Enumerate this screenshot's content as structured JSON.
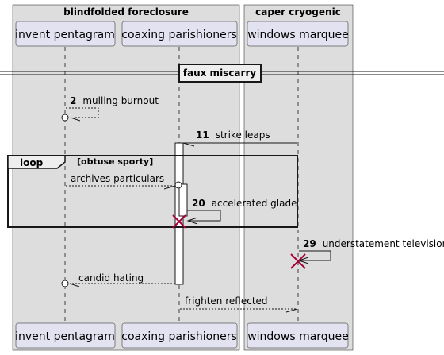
{
  "boxes": {
    "left_title": "blindfolded foreclosure",
    "right_title": "caper cryogenic"
  },
  "participants": {
    "p1": "invent pentagram",
    "p2": "coaxing parishioners",
    "p3": "windows marquee"
  },
  "divider": {
    "label": "faux miscarry"
  },
  "loop": {
    "keyword": "loop",
    "condition": "[obtuse sporty]"
  },
  "messages": {
    "m1": {
      "num": "2",
      "text": "mulling burnout"
    },
    "m2": {
      "num": "11",
      "text": "strike leaps"
    },
    "m3": {
      "text": "archives particulars"
    },
    "m4": {
      "num": "20",
      "text": "accelerated glade"
    },
    "m5": {
      "num": "29",
      "text": "understatement television"
    },
    "m6": {
      "text": "candid hating"
    },
    "m7": {
      "text": "frighten reflected"
    }
  },
  "colors": {
    "box_fill": "#dddddd",
    "participant_fill": "#e2e2f0",
    "participant_border": "#181818",
    "destroy": "#a80036"
  }
}
